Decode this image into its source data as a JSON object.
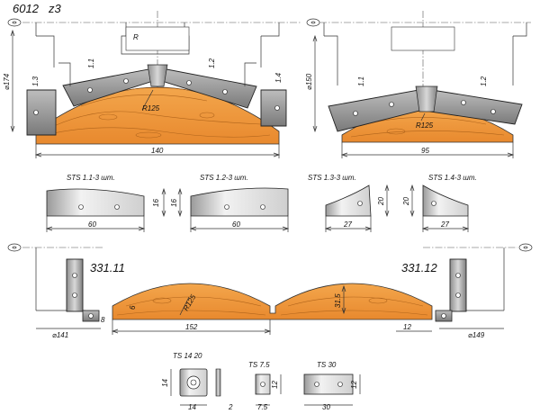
{
  "header": {
    "code": "6012",
    "suffix": "z3"
  },
  "top_left": {
    "dia": "⌀174",
    "knife_labels": [
      "1.3",
      "1.1",
      "1.2",
      "1.4"
    ],
    "radius": "R125",
    "width": "140"
  },
  "top_right": {
    "dia": "⌀150",
    "knife_labels": [
      "1.1",
      "1.2"
    ],
    "radius": "R125",
    "width": "95"
  },
  "knives": [
    {
      "caption": "STS 1.1-3 шт.",
      "width": "60",
      "height": "16"
    },
    {
      "caption": "STS 1.2-3 шт.",
      "width": "60",
      "height": "16"
    },
    {
      "caption": "STS 1.3-3 шт.",
      "width": "27",
      "height": "20"
    },
    {
      "caption": "STS 1.4-3 шт.",
      "width": "27",
      "height": "20"
    }
  ],
  "bottom": {
    "left_tool": "331.11",
    "right_tool": "331.12",
    "left_dia": "⌀141",
    "right_dia": "⌀149",
    "dim_8": "8",
    "dim_6": "6",
    "dim_r": "R125",
    "dim_h": "31.5",
    "dim_152": "152",
    "dim_12": "12"
  },
  "inserts": [
    {
      "caption": "TS 14 20",
      "width": "14",
      "height": "14",
      "thick": "2"
    },
    {
      "caption": "TS 7.5",
      "width": "7.5",
      "height": "12"
    },
    {
      "caption": "TS 30",
      "width": "30",
      "height": "12"
    }
  ]
}
